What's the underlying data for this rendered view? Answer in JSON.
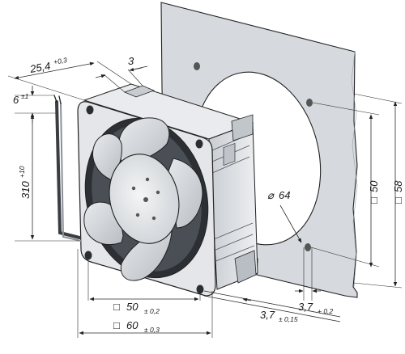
{
  "dimensions": {
    "depth": {
      "value": "25,4",
      "tol": "+0,3"
    },
    "flange": {
      "value": "3"
    },
    "cable_strip": {
      "value": "6",
      "tol": "±1"
    },
    "cable_length": {
      "value": "310",
      "tol": "+10"
    },
    "hole_pitch": {
      "sym": "□",
      "value": "50",
      "tol": "± 0,2"
    },
    "frame_size": {
      "sym": "□",
      "value": "60",
      "tol": "± 0,3"
    },
    "cutout_diameter": {
      "sym": "⌀",
      "value": "64"
    },
    "mount_hole_fan": {
      "value": "3,7",
      "tol": "± 0,15"
    },
    "mount_hole_panel": {
      "value": "3,7",
      "tol": "+ 0,2"
    },
    "panel_pitch": {
      "sym": "□",
      "value": "50"
    },
    "panel_size": {
      "sym": "□",
      "value": "58"
    }
  },
  "colors": {
    "line": "#222222",
    "panel": "#d6d9dd",
    "frame": "#e4e6e9",
    "blade": "#d2d5d9",
    "hub": "#eceef0"
  }
}
